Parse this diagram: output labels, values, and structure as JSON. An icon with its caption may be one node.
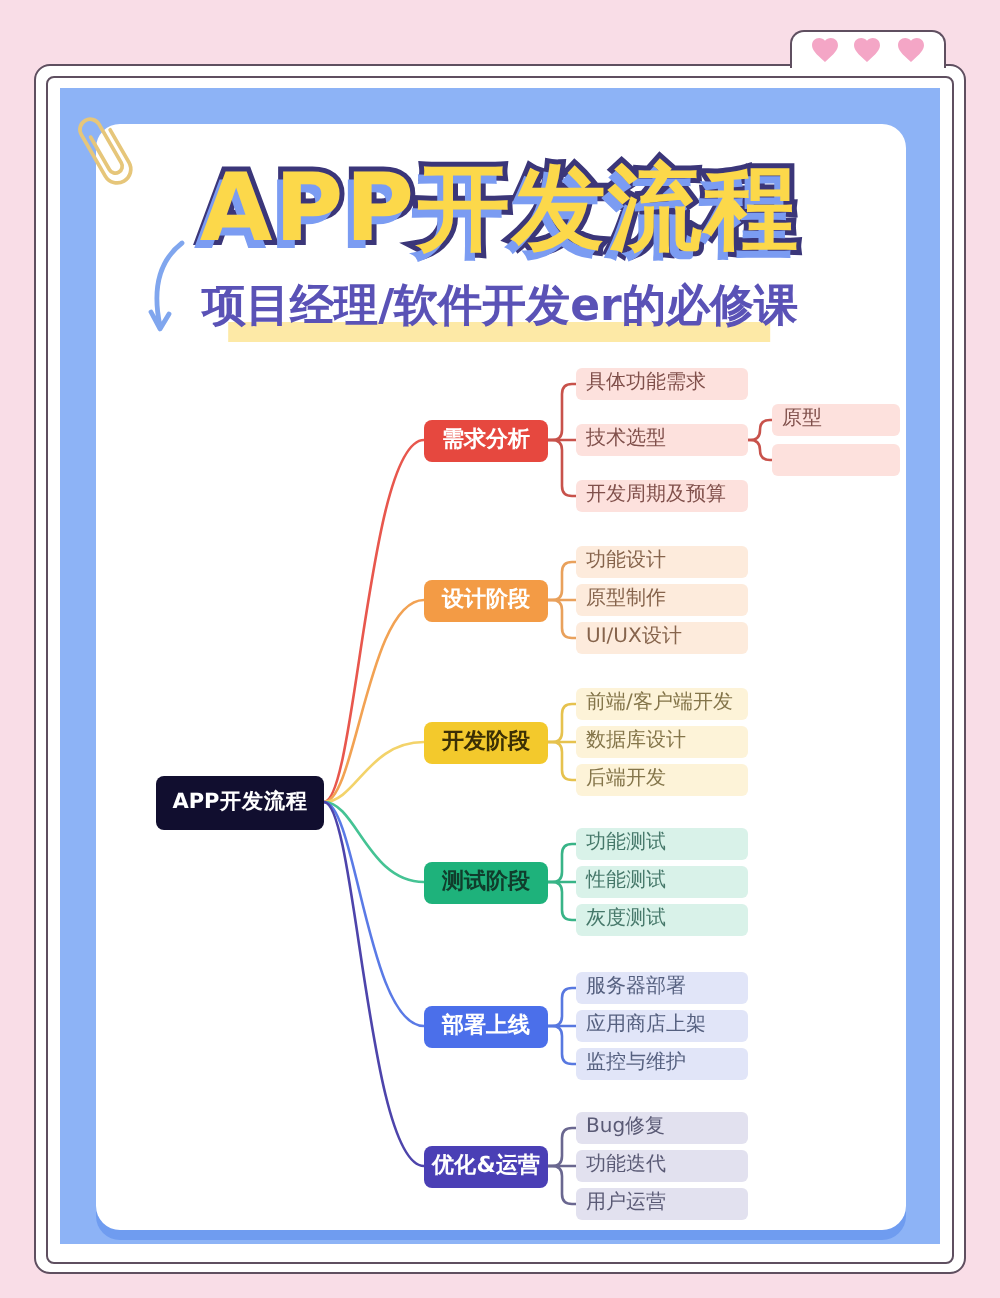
{
  "diagram": {
    "title": "APP开发流程",
    "nodes": [
      {
        "text": [
          "APP开发流程"
        ]
      },
      {
        "text": [
          "需求分析"
        ]
      },
      {
        "text": [
          "具体功能需求"
        ]
      },
      {
        "text": [
          "技术选型"
        ]
      },
      {
        "text": [
          "原型"
        ]
      },
      {
        "text": [],
        "shape": "box"
      },
      {
        "text": [
          "开发周期及预算"
        ]
      },
      {
        "text": [
          "设计阶段"
        ]
      },
      {
        "text": [
          "功能设计"
        ]
      },
      {
        "text": [
          "原型制作"
        ]
      },
      {
        "text": [
          "UI/UX设计"
        ]
      },
      {
        "text": [
          "开发阶段"
        ]
      },
      {
        "text": [
          "前端/客户端开发"
        ]
      },
      {
        "text": [
          "数据库设计"
        ]
      },
      {
        "text": [
          "后端开发"
        ]
      },
      {
        "text": [
          "测试阶段"
        ]
      },
      {
        "text": [
          "功能测试"
        ]
      },
      {
        "text": [
          "性能测试"
        ]
      },
      {
        "text": [
          "灰度测试"
        ]
      },
      {
        "text": [
          "部署上线"
        ]
      },
      {
        "text": [
          "服务器部署"
        ]
      },
      {
        "text": [
          "应用商店上架"
        ]
      },
      {
        "text": [
          "监控与维护"
        ]
      },
      {
        "text": [
          "优化&运营"
        ]
      },
      {
        "text": [
          "Bug修复"
        ]
      },
      {
        "text": [
          "功能迭代"
        ]
      },
      {
        "text": [
          "用户运营"
        ]
      }
    ],
    "edges": [
      {
        "from": 0,
        "to": 1,
        "arrow": "none",
        "color": "#e8574d"
      },
      {
        "from": 1,
        "to": 2,
        "arrow": "none",
        "color": "#c8524b"
      },
      {
        "from": 1,
        "to": 3,
        "arrow": "none",
        "color": "#c8524b"
      },
      {
        "from": 3,
        "to": 4,
        "arrow": "none",
        "color": "#c8524b"
      },
      {
        "from": 3,
        "to": 5,
        "arrow": "none",
        "color": "#c8524b"
      },
      {
        "from": 1,
        "to": 6,
        "arrow": "none",
        "color": "#c8524b"
      },
      {
        "from": 0,
        "to": 7,
        "arrow": "none",
        "color": "#f2a253"
      },
      {
        "from": 7,
        "to": 8,
        "arrow": "none",
        "color": "#e9a15c"
      },
      {
        "from": 7,
        "to": 9,
        "arrow": "none",
        "color": "#e9a15c"
      },
      {
        "from": 7,
        "to": 10,
        "arrow": "none",
        "color": "#e9a15c"
      },
      {
        "from": 0,
        "to": 11,
        "arrow": "none",
        "color": "#f3d36a"
      },
      {
        "from": 11,
        "to": 12,
        "arrow": "none",
        "color": "#e6c24e"
      },
      {
        "from": 11,
        "to": 13,
        "arrow": "none",
        "color": "#e6c24e"
      },
      {
        "from": 11,
        "to": 14,
        "arrow": "none",
        "color": "#e6c24e"
      },
      {
        "from": 0,
        "to": 15,
        "arrow": "none",
        "color": "#45c394"
      },
      {
        "from": 15,
        "to": 16,
        "arrow": "none",
        "color": "#38b487"
      },
      {
        "from": 15,
        "to": 17,
        "arrow": "none",
        "color": "#38b487"
      },
      {
        "from": 15,
        "to": 18,
        "arrow": "none",
        "color": "#38b487"
      },
      {
        "from": 0,
        "to": 19,
        "arrow": "none",
        "color": "#5a7ae6"
      },
      {
        "from": 19,
        "to": 20,
        "arrow": "none",
        "color": "#5878e0"
      },
      {
        "from": 19,
        "to": 21,
        "arrow": "none",
        "color": "#5878e0"
      },
      {
        "from": 19,
        "to": 22,
        "arrow": "none",
        "color": "#5878e0"
      },
      {
        "from": 0,
        "to": 23,
        "arrow": "none",
        "color": "#4d44ab"
      },
      {
        "from": 23,
        "to": 24,
        "arrow": "none",
        "color": "#6a6790"
      },
      {
        "from": 23,
        "to": 25,
        "arrow": "none",
        "color": "#6a6790"
      },
      {
        "from": 23,
        "to": 26,
        "arrow": "none",
        "color": "#6a6790"
      }
    ],
    "labels": [
      "项目经理/软件开发er的必修课"
    ]
  }
}
